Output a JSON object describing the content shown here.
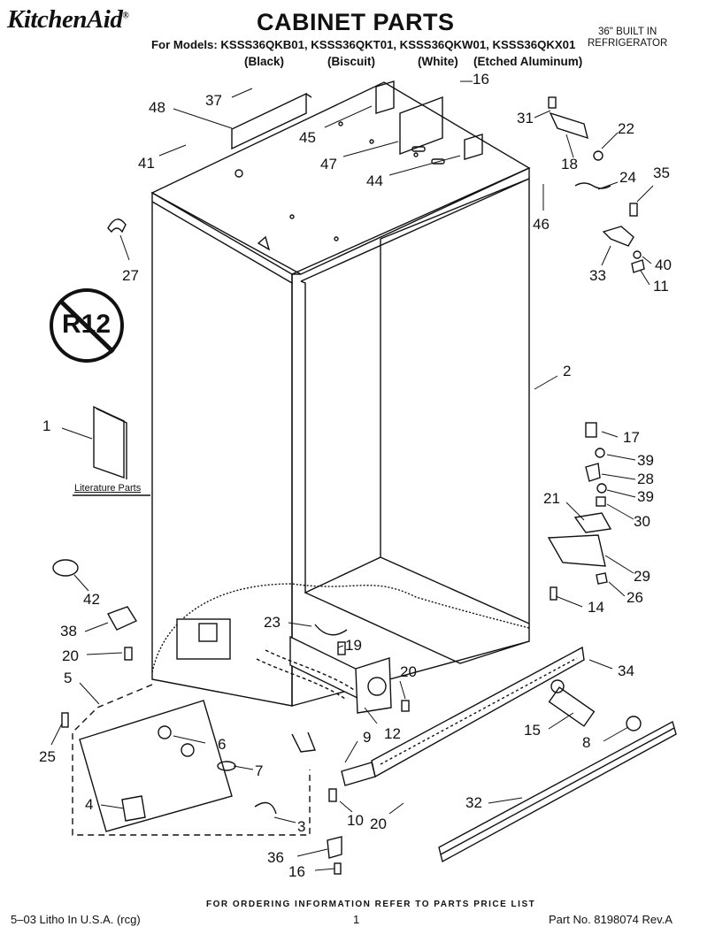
{
  "header": {
    "brand": "KitchenAid",
    "brand_mark": "®",
    "title": "CABINET PARTS",
    "subtitle_line1": "36\" BUILT IN",
    "subtitle_line2": "REFRIGERATOR",
    "models": "For Models: KSSS36QKB01, KSSS36QKT01, KSSS36QKW01, KSSS36QKX01",
    "variants": [
      "(Black)",
      "(Biscuit)",
      "(White)",
      "(Etched Aluminum)"
    ]
  },
  "badge": "R12",
  "literature_label": "Literature Parts",
  "callouts": [
    "37",
    "16",
    "48",
    "31",
    "22",
    "45",
    "41",
    "47",
    "18",
    "44",
    "46",
    "24",
    "35",
    "27",
    "33",
    "40",
    "11",
    "2",
    "1",
    "17",
    "39",
    "28",
    "39",
    "21",
    "30",
    "29",
    "42",
    "26",
    "14",
    "38",
    "23",
    "19",
    "20",
    "20",
    "34",
    "5",
    "6",
    "15",
    "8",
    "25",
    "7",
    "9",
    "12",
    "4",
    "32",
    "10",
    "20",
    "3",
    "36",
    "16"
  ],
  "footer": {
    "ordering": "FOR ORDERING INFORMATION REFER TO PARTS PRICE LIST",
    "litho": "5–03 Litho In U.S.A. (rcg)",
    "page": "1",
    "part_no": "Part No. 8198074 Rev.A"
  }
}
